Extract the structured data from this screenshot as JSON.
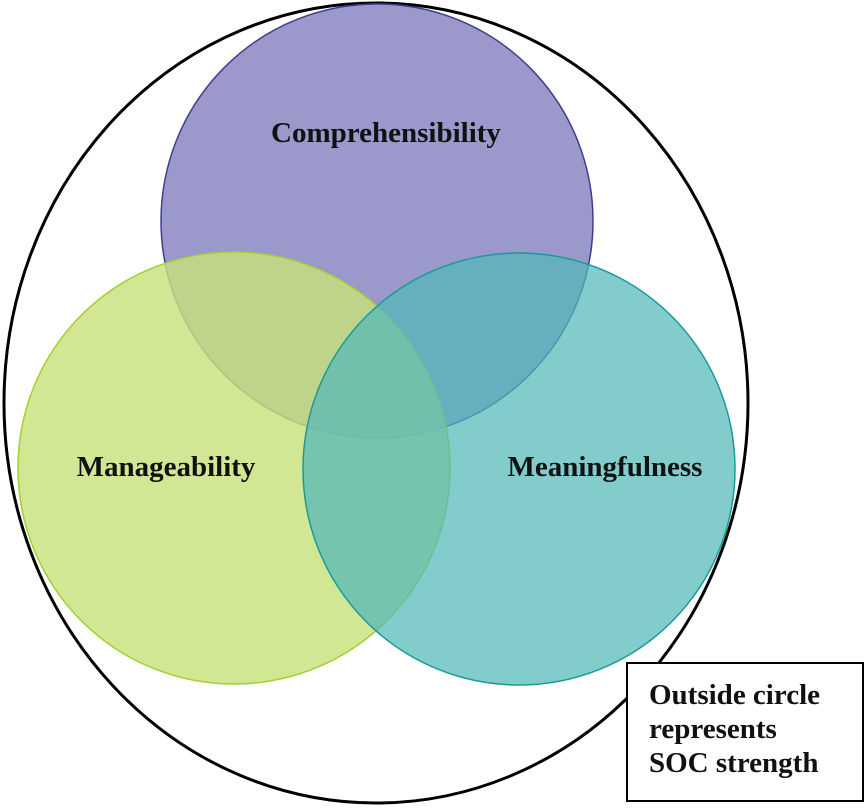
{
  "diagram": {
    "circles": {
      "comprehensibility": {
        "label": "Comprehensibility",
        "fill": "#9b98cc",
        "stroke": "#3e3e8f"
      },
      "manageability": {
        "label": "Manageability",
        "fill": "#c7e27c",
        "stroke": "#a4cf2e"
      },
      "meaningfulness": {
        "label": "Meaningfulness",
        "fill": "#80cccc",
        "stroke": "#1a9a9a"
      }
    },
    "outer_circle": {
      "stroke": "#000000"
    },
    "note": {
      "lines": [
        "Outside circle",
        "represents",
        "SOC strength"
      ]
    }
  }
}
